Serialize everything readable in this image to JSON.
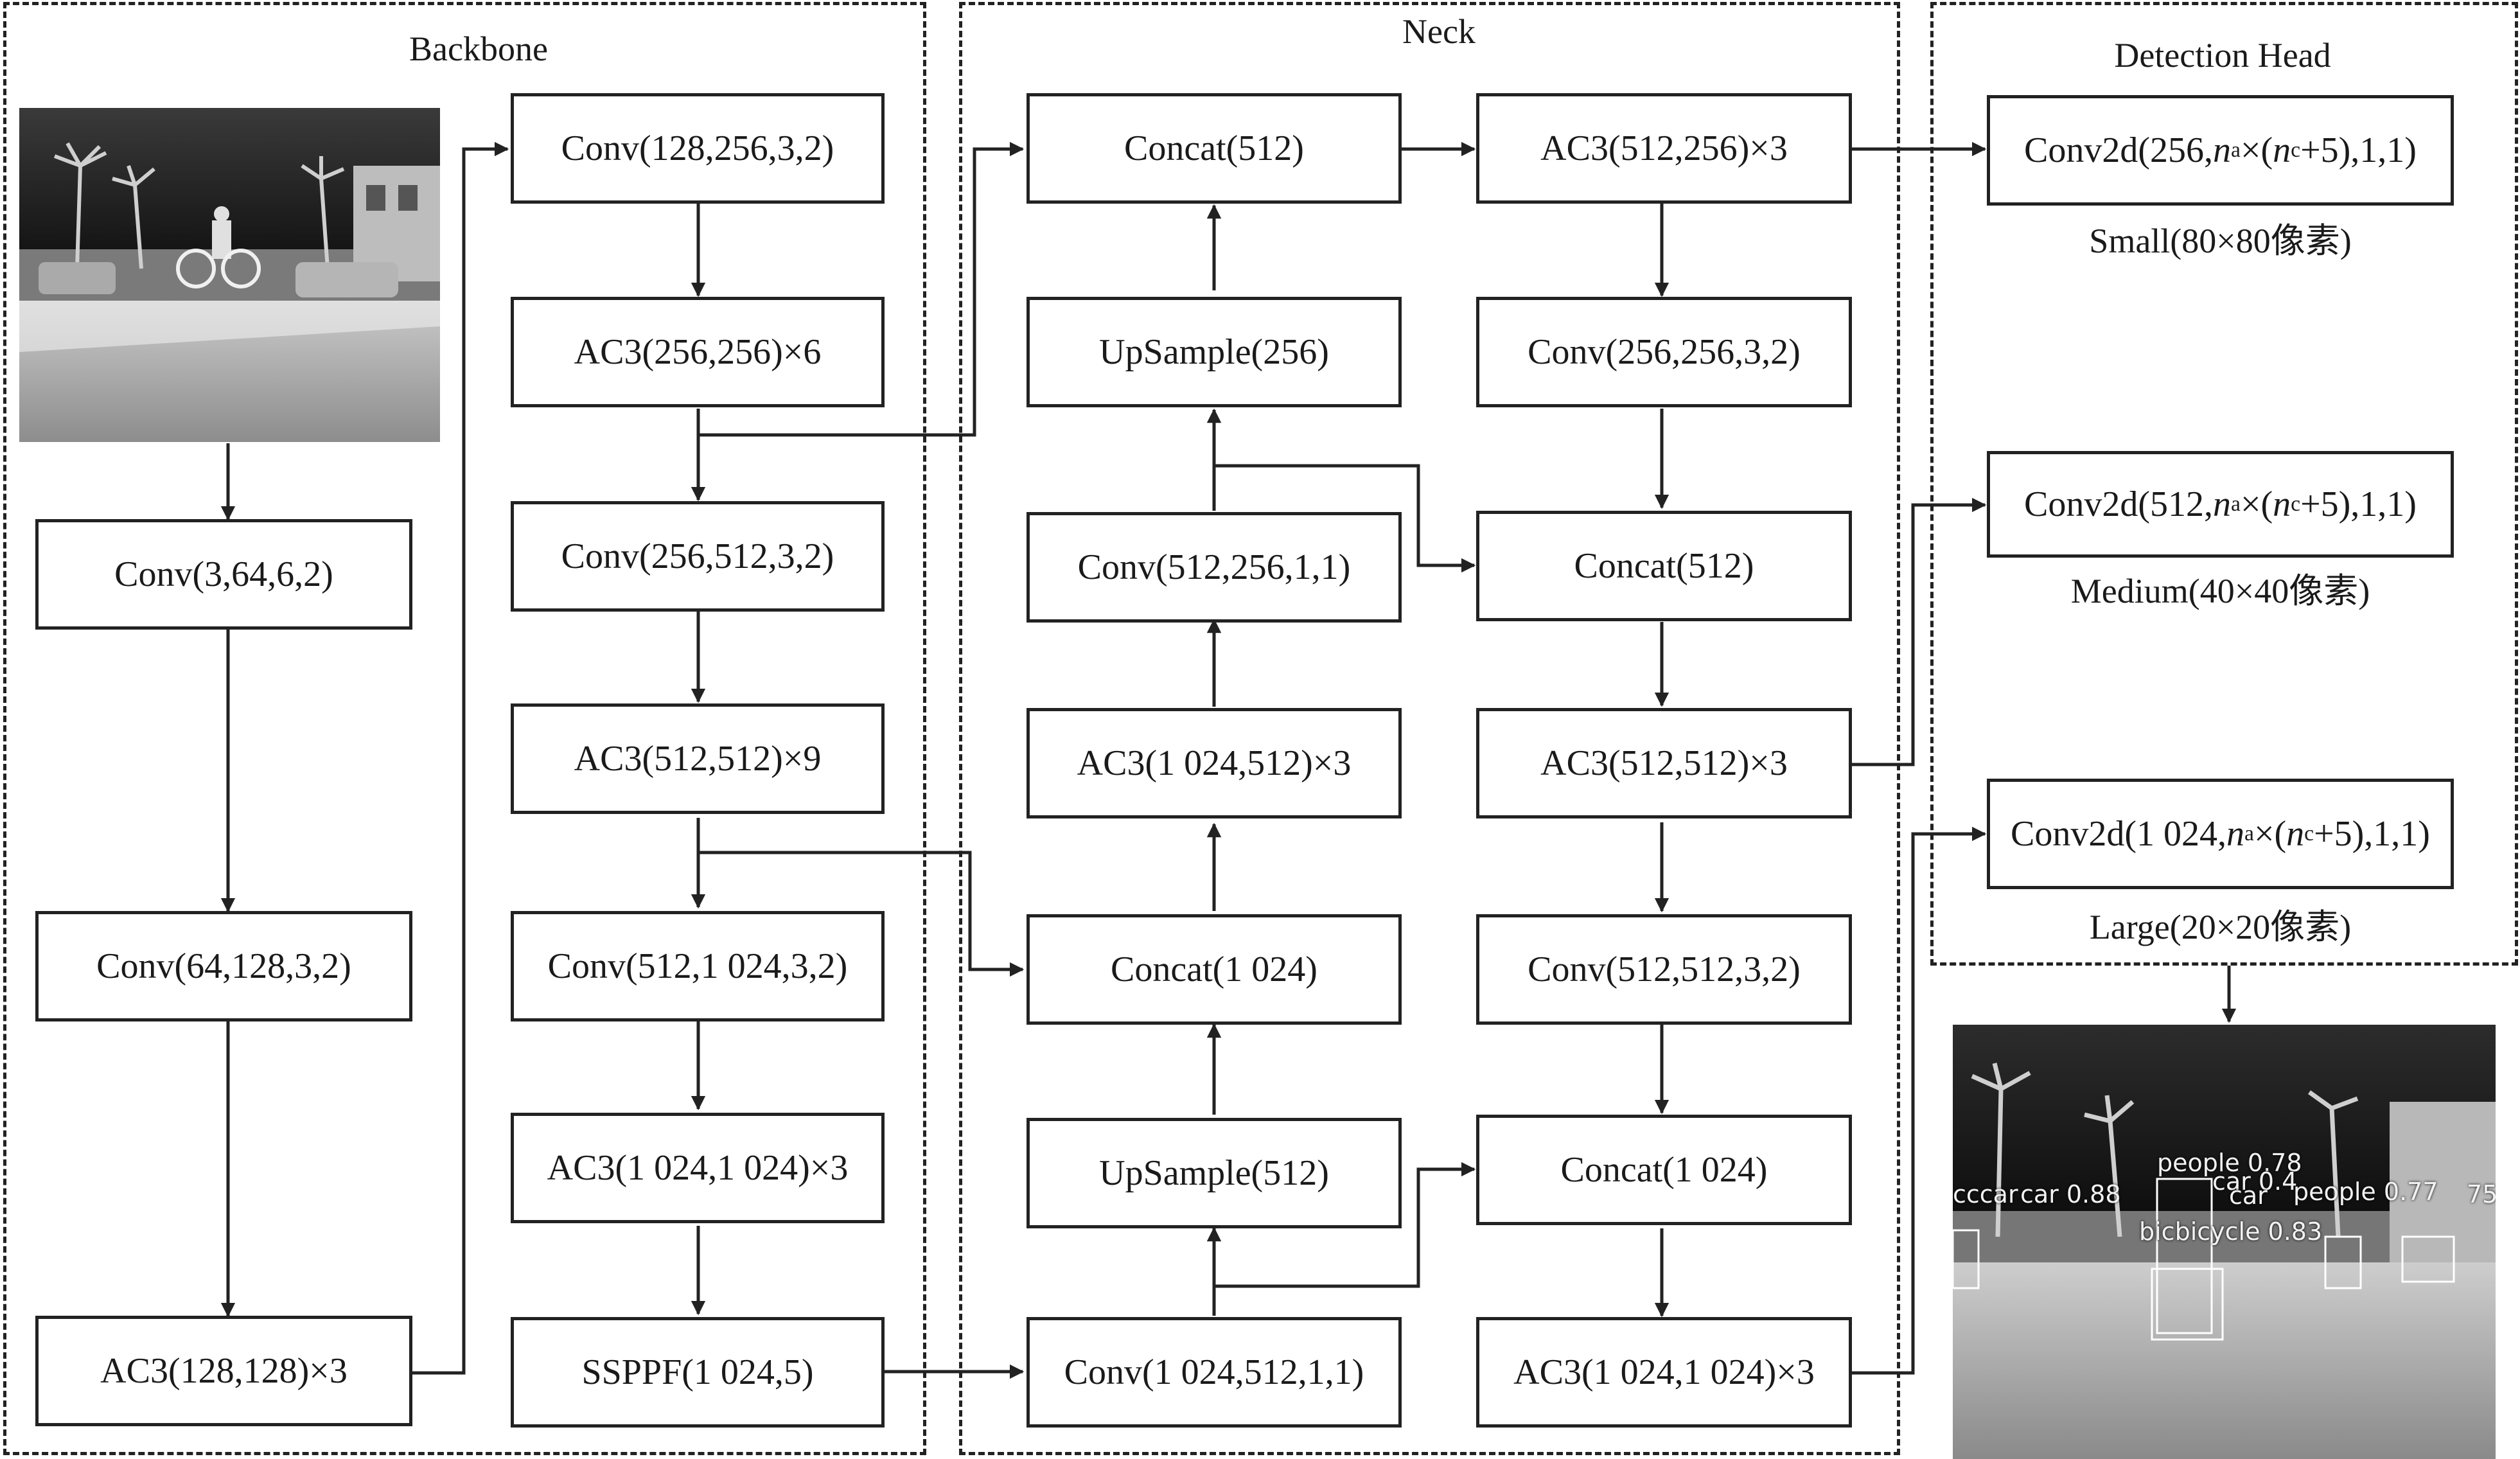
{
  "sections": {
    "backbone": "Backbone",
    "neck": "Neck",
    "head": "Detection Head"
  },
  "backbone": {
    "col1": [
      "Conv(3,64,6,2)",
      "Conv(64,128,3,2)",
      "AC3(128,128)×3"
    ],
    "col2": [
      "Conv(128,256,3,2)",
      "AC3(256,256)×6",
      "Conv(256,512,3,2)",
      "AC3(512,512)×9",
      "Conv(512,1 024,3,2)",
      "AC3(1 024,1 024)×3",
      "SSPPF(1 024,5)"
    ]
  },
  "neck": {
    "col1": [
      "Concat(512)",
      "UpSample(256)",
      "Conv(512,256,1,1)",
      "AC3(1 024,512)×3",
      "Concat(1 024)",
      "UpSample(512)",
      "Conv(1 024,512,1,1)"
    ],
    "col2": [
      "AC3(512,256)×3",
      "Conv(256,256,3,2)",
      "Concat(512)",
      "AC3(512,512)×3",
      "Conv(512,512,3,2)",
      "Concat(1 024)",
      "AC3(1 024,1 024)×3"
    ]
  },
  "head": {
    "outputs": [
      {
        "prefix": "Conv2d(256,",
        "suffix": "+5),1,1)",
        "caption": "Small(80×80像素)"
      },
      {
        "prefix": "Conv2d(512,",
        "suffix": "+5),1,1)",
        "caption": "Medium(40×40像素)"
      },
      {
        "prefix": "Conv2d(1 024,",
        "suffix": "+5),1,1)",
        "caption": "Large(20×20像素)"
      }
    ],
    "var_n": "n",
    "sub_a": "a",
    "times_open": "×(",
    "sub_c": "c"
  },
  "output_image": {
    "detections": [
      "people 0.78",
      "cccar",
      "car 0.88",
      "car 0.4",
      "car",
      "people 0.77",
      "75",
      "bicbicycle 0.83"
    ]
  },
  "colors": {
    "line": "#222222",
    "box_fill": "#ffffff"
  }
}
